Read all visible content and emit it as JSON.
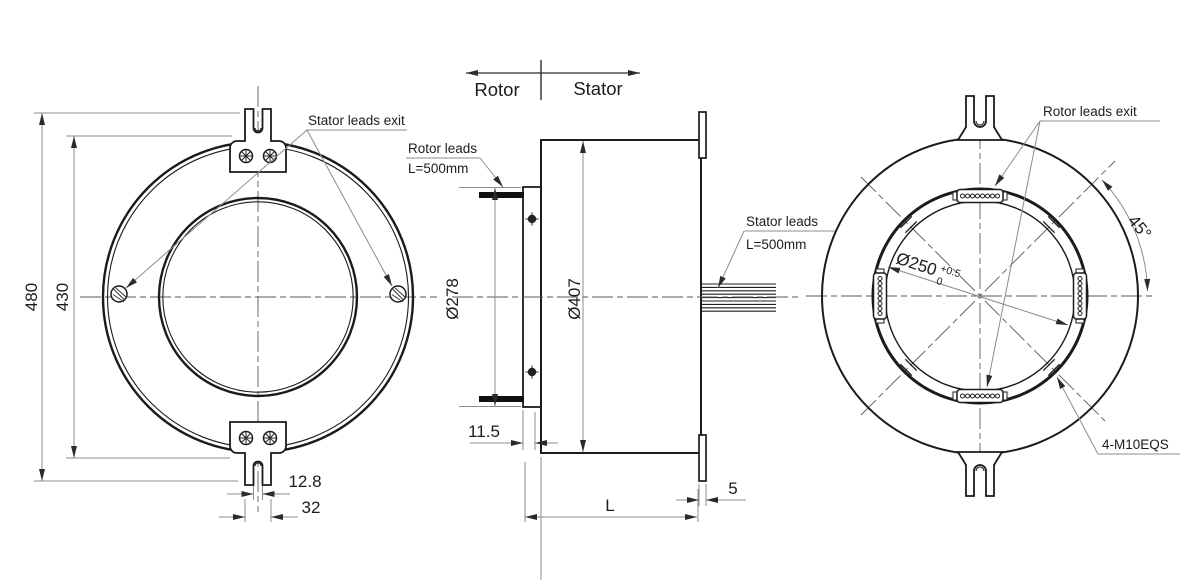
{
  "drawing": {
    "title": "Through-bore slip ring — three-view dimensional drawing",
    "colors": {
      "background": "#ffffff",
      "outline": "#1b1b1b",
      "dimension_line": "#8c8c8c",
      "text": "#1c1c1c"
    }
  },
  "front_view": {
    "dim_overall_height": "480",
    "dim_outer_diameter": "430",
    "dim_slot_width": "12.8",
    "dim_tab_width": "32",
    "label_stator_leads_exit": "Stator leads exit"
  },
  "side_view": {
    "header_rotor": "Rotor",
    "header_stator": "Stator",
    "rotor_leads_label": "Rotor leads",
    "rotor_leads_length": "L=500mm",
    "stator_leads_label": "Stator leads",
    "stator_leads_length": "L=500mm",
    "dim_rotor_diameter": "Ø278",
    "dim_body_diameter": "Ø407",
    "dim_hub_offset": "11.5",
    "dim_length": "L",
    "dim_flange_thickness": "5"
  },
  "back_view": {
    "label_rotor_leads_exit": "Rotor leads exit",
    "dim_bore_diameter": "Ø250",
    "bore_tolerance_upper": "+0.5",
    "bore_tolerance_lower": "0",
    "dim_hole_angle": "45°",
    "label_mounting_holes": "4-M10EQS"
  }
}
